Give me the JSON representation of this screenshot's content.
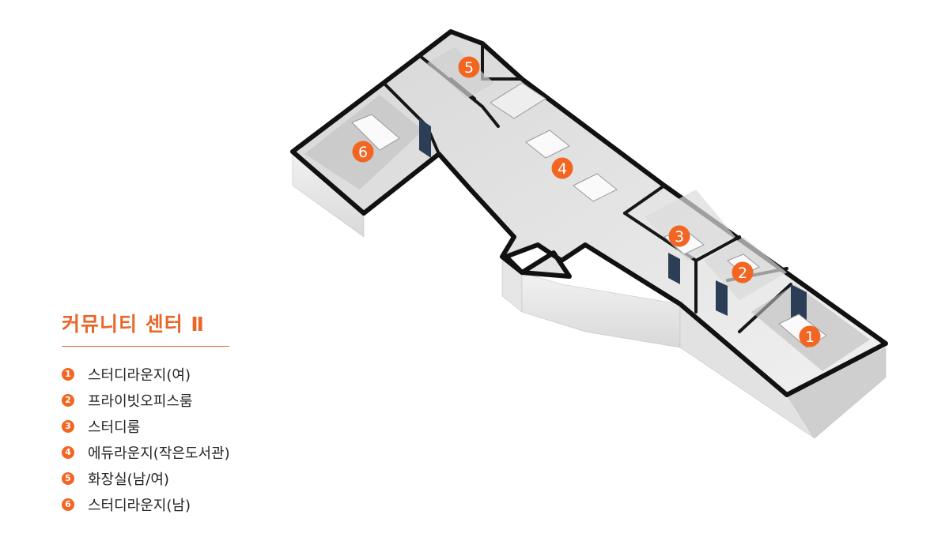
{
  "legend": {
    "title": "커뮤니티 센터 Ⅱ",
    "items": [
      {
        "num": "1",
        "label": "스터디라운지(여)"
      },
      {
        "num": "2",
        "label": "프라이빗오피스룸"
      },
      {
        "num": "3",
        "label": "스터디룸"
      },
      {
        "num": "4",
        "label": "에듀라운지(작은도서관)"
      },
      {
        "num": "5",
        "label": "화장실(남/여)"
      },
      {
        "num": "6",
        "label": "스터디라운지(남)"
      }
    ]
  },
  "markers": [
    "1",
    "2",
    "3",
    "4",
    "5",
    "6"
  ],
  "colors": {
    "accent": "#f26522",
    "title": "#e9662b",
    "wall": "#111111",
    "floor_light": "#e9e9e9",
    "floor_dark": "#c9c9c9"
  }
}
